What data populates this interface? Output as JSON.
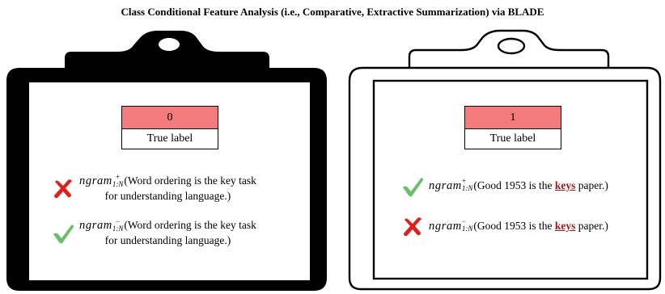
{
  "title": "Class Conditional Feature Analysis (i.e., Comparative, Extractive Summarization) via BLADE",
  "colors": {
    "label_fill": "#f47b7b",
    "check": "#6abf6a",
    "cross": "#e0201b",
    "keyword": "#9b1c1c"
  },
  "left_board": {
    "style": "filled-black",
    "true_label_value": "0",
    "true_label_caption": "True label",
    "statements": [
      {
        "mark": "cross",
        "feature": "ngram",
        "superscript": "+",
        "subscript": "1:N",
        "text_before": "(Word ordering is the key task",
        "text_after": "for understanding language.)"
      },
      {
        "mark": "check",
        "feature": "ngram",
        "superscript": "−",
        "subscript": "1:N",
        "text_before": "(Word ordering is the key task",
        "text_after": "for understanding language.)"
      }
    ]
  },
  "right_board": {
    "style": "outline",
    "true_label_value": "1",
    "true_label_caption": "True label",
    "statements": [
      {
        "mark": "check",
        "feature": "ngram",
        "superscript": "+",
        "subscript": "1:N",
        "text_before": "(Good 1953 is the ",
        "keyword": "keys",
        "text_after": " paper.)"
      },
      {
        "mark": "cross",
        "feature": "ngram",
        "superscript": "−",
        "subscript": "1:N",
        "text_before": "(Good 1953 is the ",
        "keyword": "keys",
        "text_after": " paper.)"
      }
    ]
  }
}
